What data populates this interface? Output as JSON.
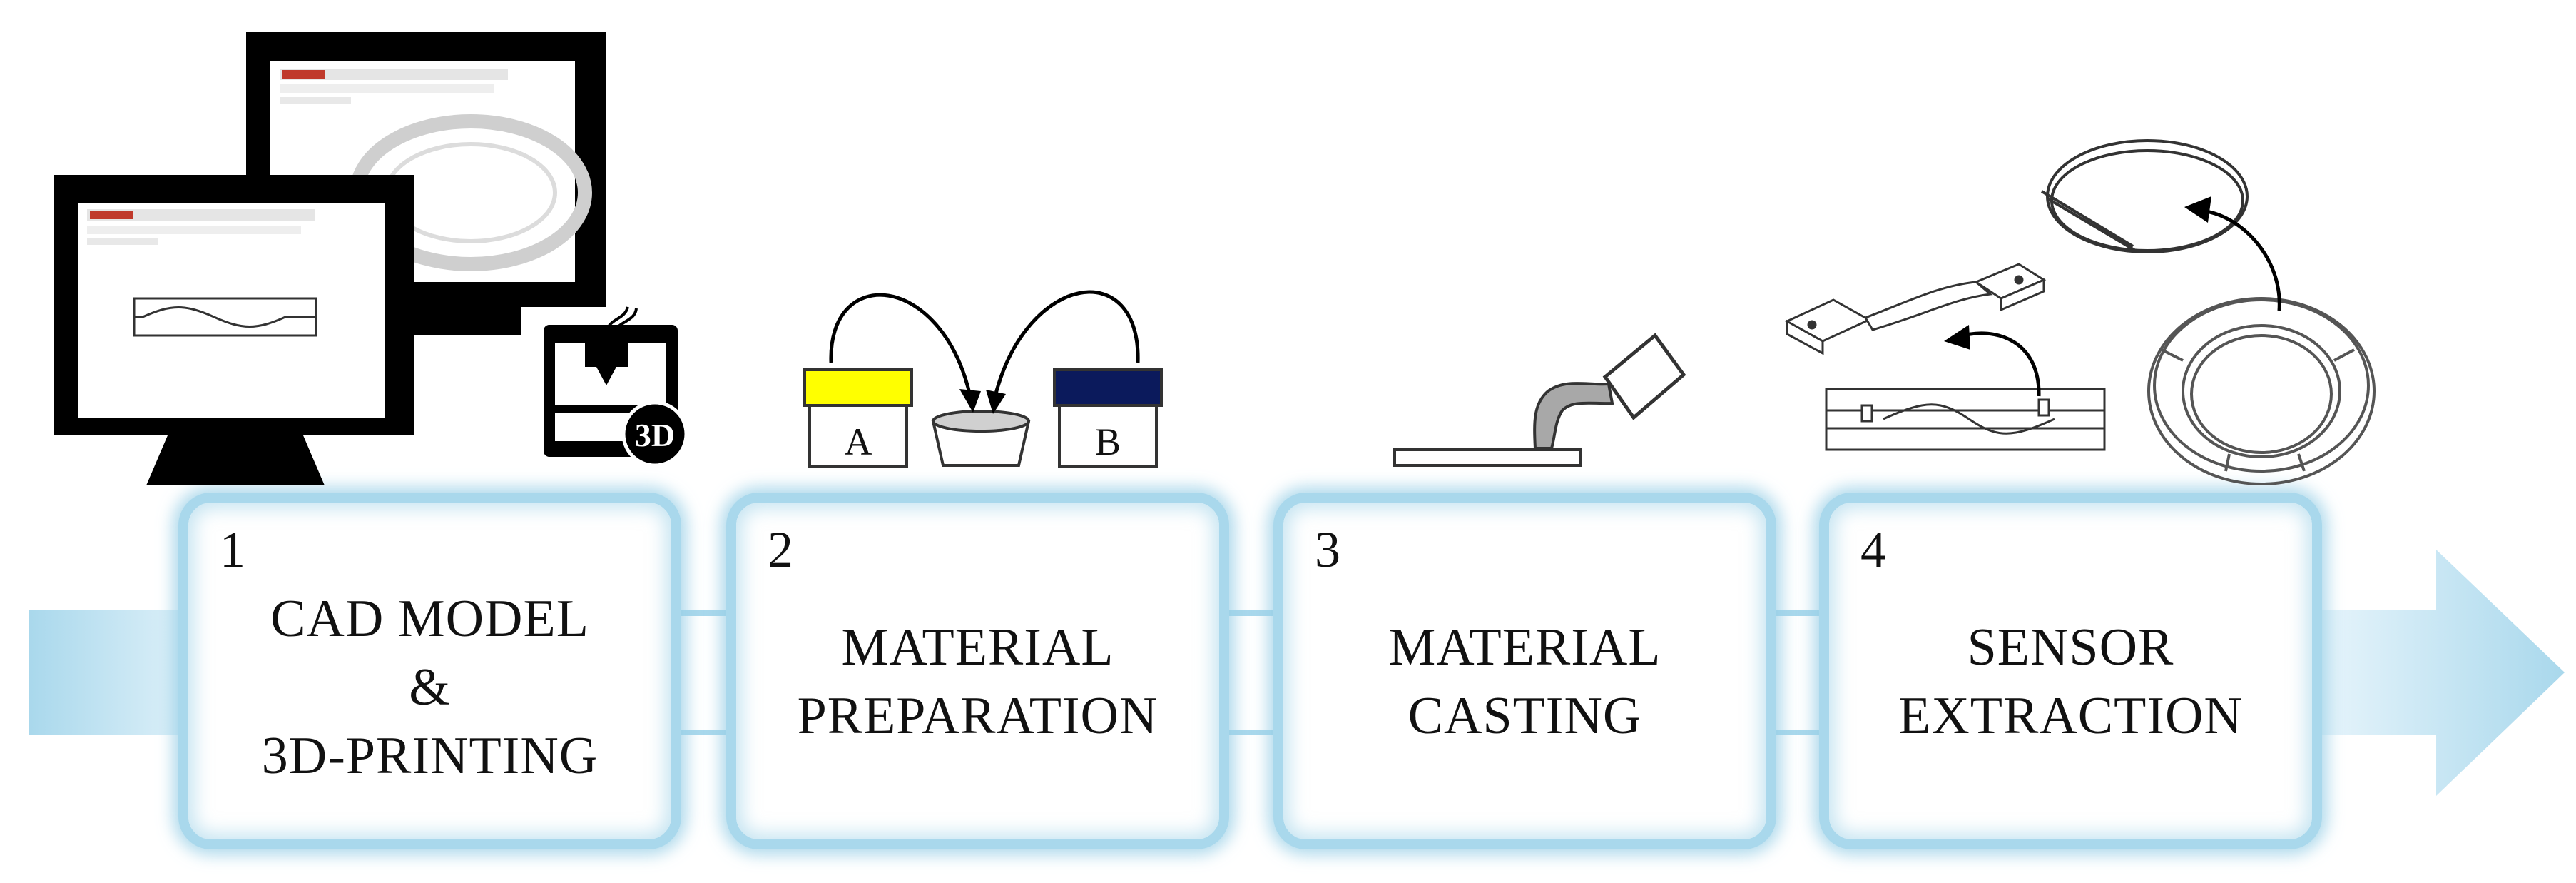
{
  "colors": {
    "arrow_light": "#e6f4fb",
    "arrow_dark": "#a9d8ec",
    "box_border": "#a9d8ec",
    "container_a": "#ffff00",
    "container_b": "#0b1a5c",
    "monitor": "#000000"
  },
  "steps": [
    {
      "number": "1",
      "title_lines": [
        "CAD MODEL",
        "&",
        "3D-PRINTING"
      ]
    },
    {
      "number": "2",
      "title_lines": [
        "MATERIAL",
        "PREPARATION"
      ]
    },
    {
      "number": "3",
      "title_lines": [
        "MATERIAL",
        "CASTING"
      ]
    },
    {
      "number": "4",
      "title_lines": [
        "SENSOR",
        "EXTRACTION"
      ]
    }
  ],
  "illustration": {
    "printer_badge": "3D",
    "container_a_label": "A",
    "container_b_label": "B"
  },
  "icons": [
    "monitor-icon",
    "3d-printer-icon",
    "mixing-bowl-icon",
    "casting-trowel-icon",
    "sensor-strip-icon",
    "ring-sensor-icon"
  ]
}
